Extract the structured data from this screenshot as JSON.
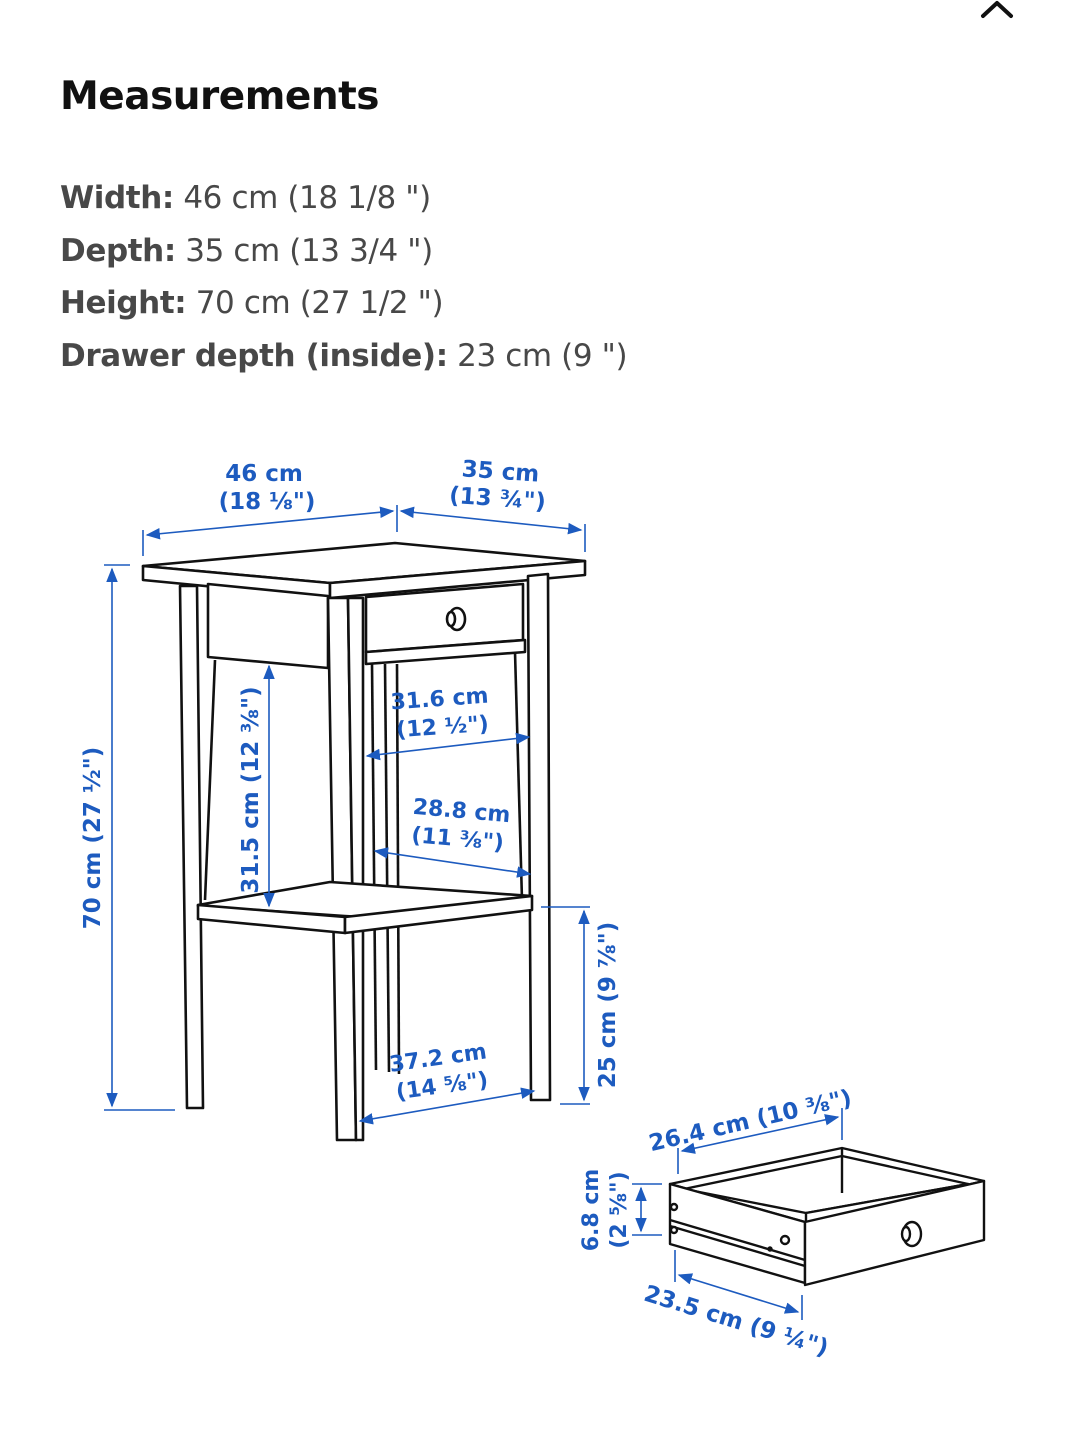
{
  "header": {
    "collapse_icon": "chevron-up-icon"
  },
  "section": {
    "title": "Measurements"
  },
  "specs": [
    {
      "label": "Width:",
      "value": " 46 cm (18 1/8 \")"
    },
    {
      "label": "Depth:",
      "value": " 35 cm (13 3/4 \")"
    },
    {
      "label": "Height:",
      "value": " 70 cm (27 1/2 \")"
    },
    {
      "label": "Drawer depth (inside):",
      "value": " 23 cm (9 \")"
    }
  ],
  "diagram": {
    "colors": {
      "dimension": "#1d5bbf",
      "outline": "#111111"
    },
    "width_cm": "46 cm",
    "width_in": "(18 ⅛\")",
    "depth_cm": "35 cm",
    "depth_in": "(13 ¾\")",
    "height_total": "70 cm (27 ½\")",
    "shelf_clearance": "31.5 cm (12 ⅜\")",
    "inner_upper_cm": "31.6 cm",
    "inner_upper_in": "(12 ½\")",
    "inner_lower_cm": "28.8 cm",
    "inner_lower_in": "(11 ⅜\")",
    "leg_span_cm": "37.2 cm",
    "leg_span_in": "(14 ⅝\")",
    "shelf_height": "25 cm (9 ⅞\")",
    "drawer_width": "26.4 cm (10 ⅜\")",
    "drawer_height_cm": "6.8 cm",
    "drawer_height_in": "(2 ⅝\")",
    "drawer_depth": "23.5 cm (9 ¼\")"
  }
}
